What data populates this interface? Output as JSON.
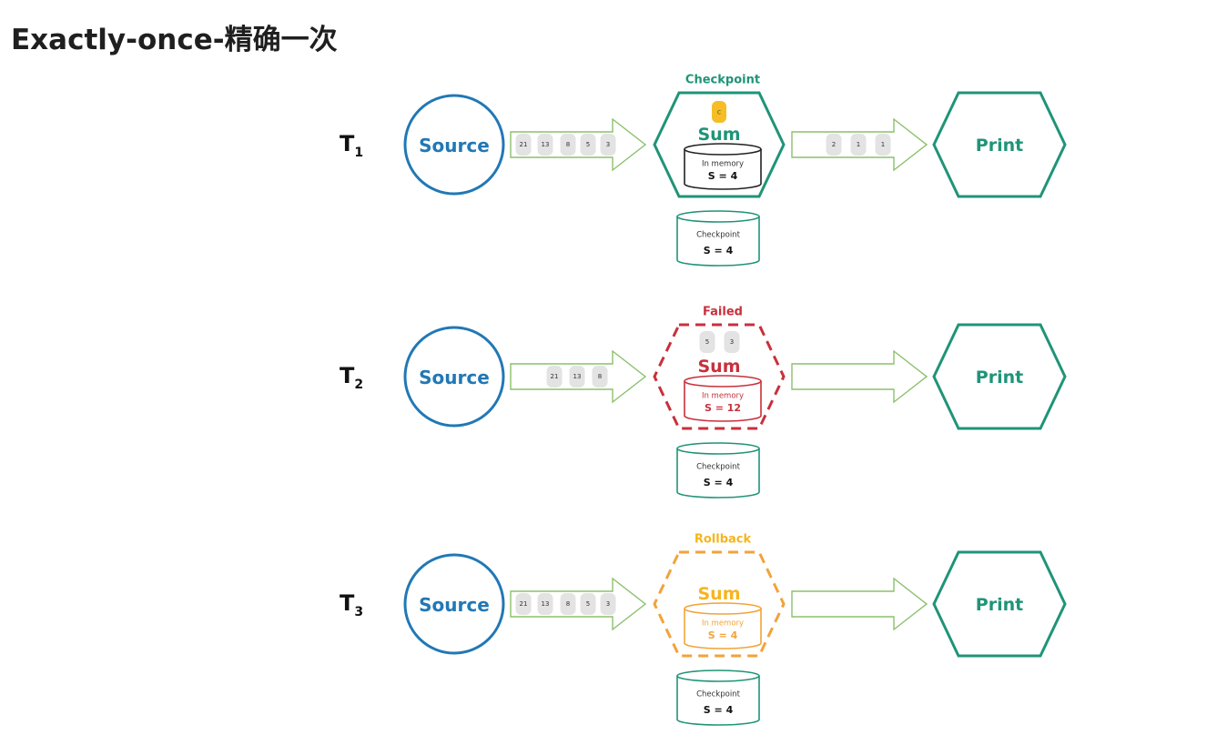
{
  "page_title": "Exactly-once-精确一次",
  "colors": {
    "source": "#2178b5",
    "operator": "#1f9478",
    "stream": "#8bc06b",
    "record": "#e3e3e3",
    "failed": "#c8303c",
    "rollback": "#f2a33a",
    "rollback_text": "#f5b51f",
    "barrier": "#f5bd26"
  },
  "rows": [
    {
      "time_label": "T",
      "time_sub": "1",
      "source_label": "Source",
      "input_records": [
        "21",
        "13",
        "8",
        "5",
        "3"
      ],
      "operator_status": "Checkpoint",
      "operator_state": "normal",
      "barrier_label": "c",
      "floating_records": [],
      "operator_label": "Sum",
      "memory_label": "In memory",
      "memory_value": "S = 4",
      "output_records": [
        "2",
        "1",
        "1"
      ],
      "sink_label": "Print",
      "checkpoint_label": "Checkpoint",
      "checkpoint_value": "S = 4"
    },
    {
      "time_label": "T",
      "time_sub": "2",
      "source_label": "Source",
      "input_records": [
        "21",
        "13",
        "8"
      ],
      "operator_status": "Failed",
      "operator_state": "failed",
      "barrier_label": "",
      "floating_records": [
        "5",
        "3"
      ],
      "operator_label": "Sum",
      "memory_label": "In memory",
      "memory_value": "S = 12",
      "output_records": [],
      "sink_label": "Print",
      "checkpoint_label": "Checkpoint",
      "checkpoint_value": "S = 4"
    },
    {
      "time_label": "T",
      "time_sub": "3",
      "source_label": "Source",
      "input_records": [
        "21",
        "13",
        "8",
        "5",
        "3"
      ],
      "operator_status": "Rollback",
      "operator_state": "rollback",
      "barrier_label": "",
      "floating_records": [],
      "operator_label": "Sum",
      "memory_label": "In memory",
      "memory_value": "S = 4",
      "output_records": [],
      "sink_label": "Print",
      "checkpoint_label": "Checkpoint",
      "checkpoint_value": "S = 4"
    }
  ]
}
